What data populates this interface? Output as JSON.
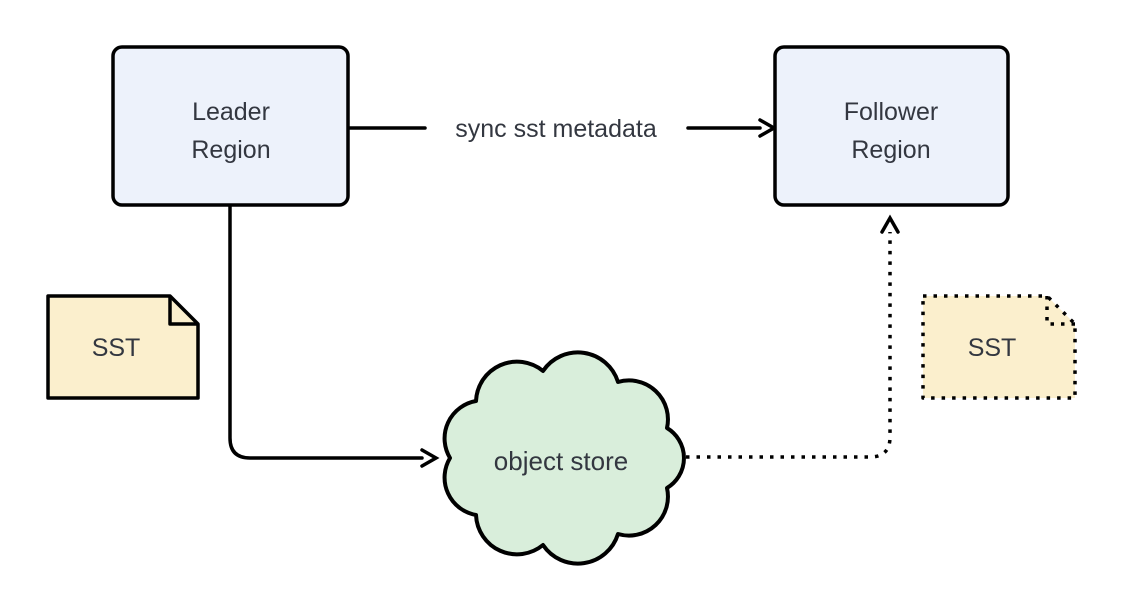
{
  "diagram": {
    "nodes": {
      "leader_region": {
        "lines": [
          "Leader",
          "Region"
        ],
        "fill": "#edf2fb"
      },
      "follower_region": {
        "lines": [
          "Follower",
          "Region"
        ],
        "fill": "#edf2fb"
      },
      "sst_source": {
        "label": "SST",
        "fill": "#fbefcd",
        "border_style": "solid"
      },
      "sst_replica": {
        "label": "SST",
        "fill": "#fbefcd",
        "border_style": "dotted"
      },
      "object_store": {
        "label": "object store",
        "fill": "#d9eedb"
      }
    },
    "edges": {
      "sync_metadata": {
        "label": "sync sst metadata",
        "style": "solid",
        "from": "leader_region",
        "to": "follower_region"
      },
      "upload_sst": {
        "style": "solid",
        "from": "leader_region",
        "to": "object_store"
      },
      "restore_sst": {
        "style": "dotted",
        "from": "object_store",
        "to": "follower_region"
      }
    },
    "colors": {
      "stroke": "#000000",
      "text": "#333740",
      "background": "#ffffff"
    }
  }
}
